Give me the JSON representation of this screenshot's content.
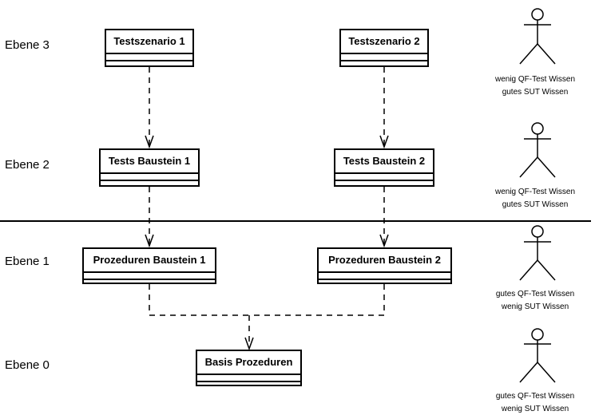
{
  "levels": [
    "Ebene 3",
    "Ebene 2",
    "Ebene 1",
    "Ebene 0"
  ],
  "classes": {
    "testszenario1": "Testszenario 1",
    "testszenario2": "Testszenario 2",
    "tests_baustein1": "Tests Baustein 1",
    "tests_baustein2": "Tests Baustein 2",
    "prozeduren_baustein1": "Prozeduren Baustein 1",
    "prozeduren_baustein2": "Prozeduren Baustein 2",
    "basis_prozeduren": "Basis Prozeduren"
  },
  "actors": [
    {
      "line1": "wenig QF-Test Wissen",
      "line2": "gutes SUT Wissen"
    },
    {
      "line1": "wenig QF-Test Wissen",
      "line2": "gutes SUT Wissen"
    },
    {
      "line1": "gutes QF-Test Wissen",
      "line2": "wenig SUT Wissen"
    },
    {
      "line1": "gutes QF-Test Wissen",
      "line2": "wenig SUT Wissen"
    }
  ]
}
